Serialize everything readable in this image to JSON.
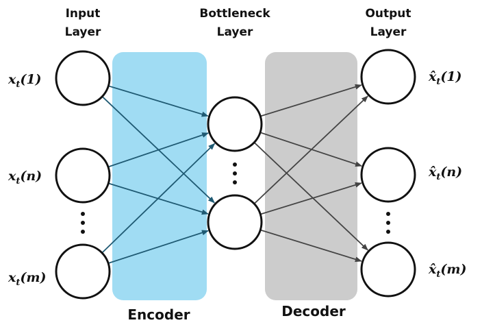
{
  "headers": {
    "input": [
      "Input",
      "Layer"
    ],
    "bottleneck": [
      "Bottleneck",
      "Layer"
    ],
    "output": [
      "Output",
      "Layer"
    ]
  },
  "bands": {
    "encoder": "Encoder",
    "decoder": "Decoder"
  },
  "input_labels": [
    {
      "base": "x",
      "sub": "t",
      "arg": "(1)"
    },
    {
      "base": "x",
      "sub": "t",
      "arg": "(n)"
    },
    {
      "base": "x",
      "sub": "t",
      "arg": "(m)"
    }
  ],
  "output_labels": [
    {
      "base": "x̂",
      "sub": "t",
      "arg": "(1)"
    },
    {
      "base": "x̂",
      "sub": "t",
      "arg": "(n)"
    },
    {
      "base": "x̂",
      "sub": "t",
      "arg": "(m)"
    }
  ],
  "colors": {
    "encoder": "#a0dcf3",
    "decoder": "#cccccc",
    "encoder_arrow": "#1f5a73",
    "decoder_arrow": "#444444",
    "node_stroke": "#111111"
  }
}
